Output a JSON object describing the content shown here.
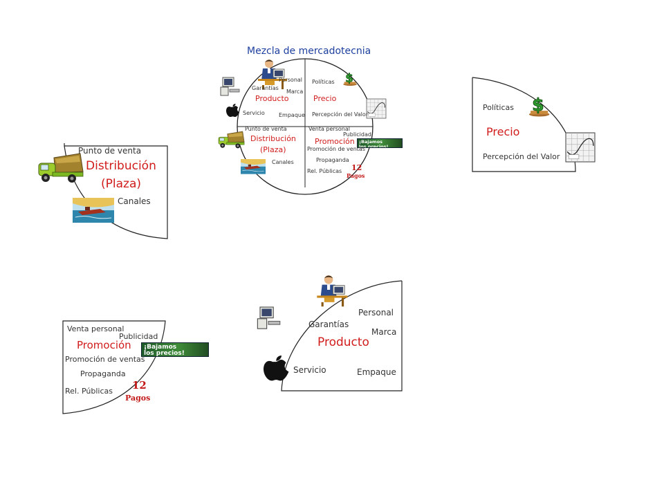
{
  "main": {
    "title": "Mezcla de mercadotecnia",
    "producto": {
      "name": "Producto",
      "items": [
        "Personal",
        "Garantías",
        "Marca",
        "Servicio",
        "Empaque"
      ]
    },
    "precio": {
      "name": "Precio",
      "items": [
        "Políticas",
        "Percepción del Valor"
      ]
    },
    "distribucion": {
      "name_line1": "Distribución",
      "name_line2": "(Plaza)",
      "items": [
        "Punto de venta",
        "Canales"
      ]
    },
    "promocion": {
      "name": "Promoción",
      "items": [
        "Venta personal",
        "Publicidad",
        "Promoción de ventas",
        "Propaganda",
        "Rel. Públicas"
      ],
      "sign_line1": "¡Bajamos",
      "sign_line2": "los precios!",
      "payments_number": "12",
      "payments_label": "Pagos"
    }
  },
  "icons": [
    "person-at-computer-icon",
    "desktop-computer-icon",
    "apple-logo-icon",
    "dollar-sign-icon",
    "price-graph-icon",
    "dump-truck-icon",
    "ship-icon",
    "billboard-sign-icon"
  ],
  "colors": {
    "segment_title": "#d11c1c",
    "diagram_title": "#1d3f9e",
    "label_text": "#333333",
    "outline": "#222222"
  }
}
